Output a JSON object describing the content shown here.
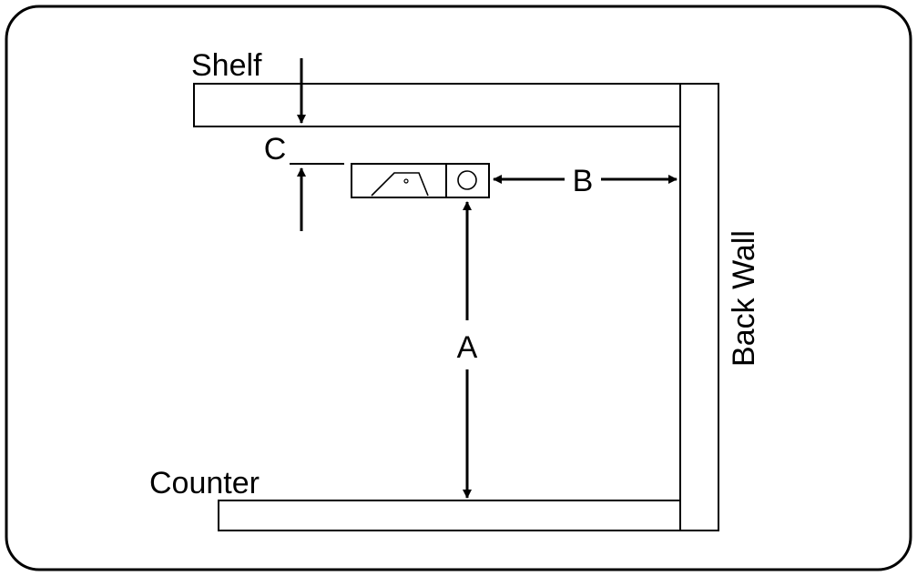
{
  "labels": {
    "shelf": "Shelf",
    "counter": "Counter",
    "back_wall": "Back Wall",
    "dimension_a": "A",
    "dimension_b": "B",
    "dimension_c": "C"
  },
  "colors": {
    "stroke": "#000000",
    "background": "#ffffff"
  }
}
